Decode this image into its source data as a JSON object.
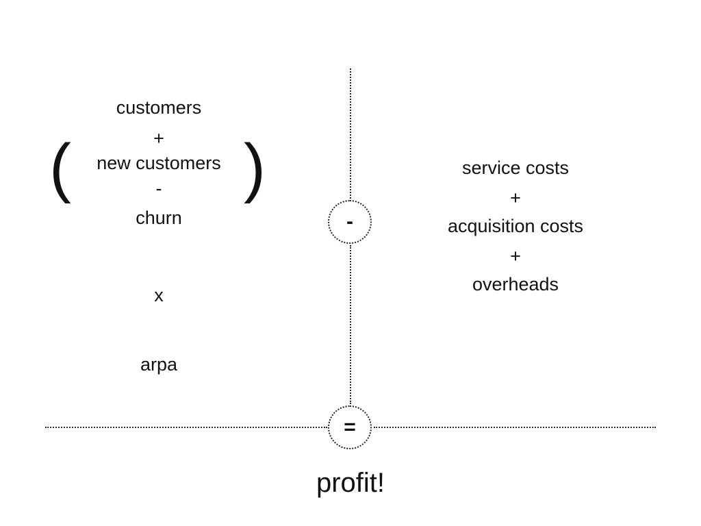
{
  "revenue": {
    "customers": "customers",
    "plus_1": "+",
    "new_customers": "new customers",
    "minus": "-",
    "churn": "churn",
    "open_paren": "(",
    "close_paren": ")",
    "times": "x",
    "arpa": "arpa"
  },
  "costs": {
    "service_costs": "service costs",
    "plus_1": "+",
    "acquisition_costs": "acquisition costs",
    "plus_2": "+",
    "overheads": "overheads"
  },
  "operators": {
    "subtract": "-",
    "equals": "="
  },
  "result": "profit!"
}
